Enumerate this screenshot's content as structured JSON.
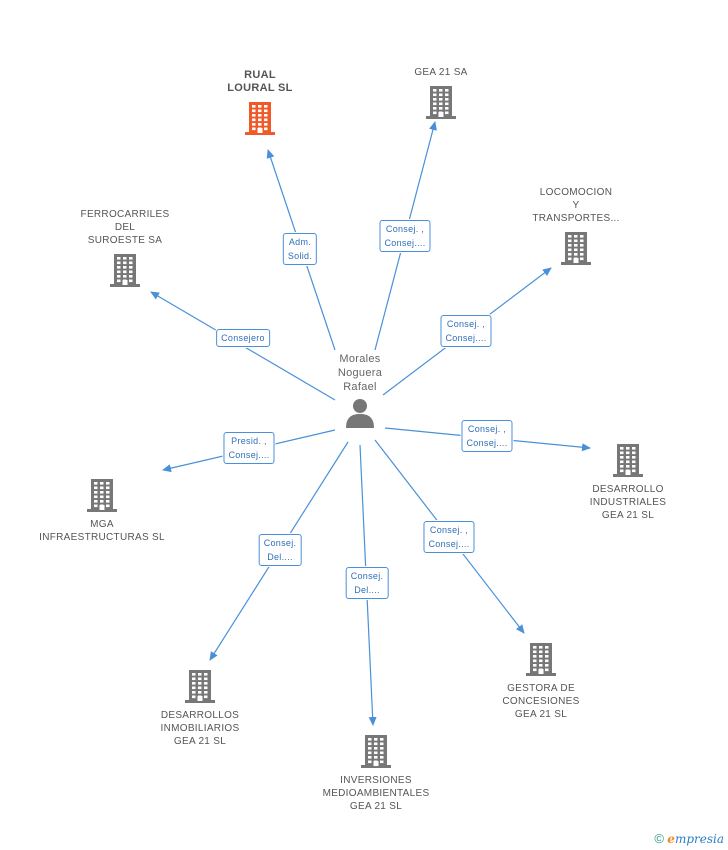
{
  "center": {
    "name": "Morales\nNoguera\nRafael"
  },
  "colors": {
    "edge": "#4a90d9",
    "building": "#777777",
    "highlight": "#f05a28"
  },
  "nodes": [
    {
      "id": "rual",
      "label": "RUAL\nLOURAL SL",
      "highlight": true,
      "role": "Adm.\nSolid."
    },
    {
      "id": "gea21sa",
      "label": "GEA 21 SA",
      "highlight": false,
      "role": "Consej. ,\nConsej...."
    },
    {
      "id": "locomocion",
      "label": "LOCOMOCION\nY\nTRANSPORTES...",
      "highlight": false,
      "role": "Consej. ,\nConsej...."
    },
    {
      "id": "ferrocarriles",
      "label": "FERROCARRILES\nDEL\nSUROESTE SA",
      "highlight": false,
      "role": "Consejero"
    },
    {
      "id": "mga",
      "label": "MGA\nINFRAESTRUCTURAS SL",
      "highlight": false,
      "role": "Presid. ,\nConsej...."
    },
    {
      "id": "desarrollo_ind",
      "label": "DESARROLLO\nINDUSTRIALES\nGEA 21 SL",
      "highlight": false,
      "role": "Consej. ,\nConsej...."
    },
    {
      "id": "gestora",
      "label": "GESTORA DE\nCONCESIONES\nGEA 21 SL",
      "highlight": false,
      "role": "Consej. ,\nConsej...."
    },
    {
      "id": "inversiones",
      "label": "INVERSIONES\nMEDIOAMBIENTALES\nGEA 21 SL",
      "highlight": false,
      "role": "Consej.\nDel...."
    },
    {
      "id": "desarrollos_inm",
      "label": "DESARROLLOS\nINMOBILIARIOS\nGEA 21 SL",
      "highlight": false,
      "role": "Consej.\nDel...."
    }
  ],
  "footer": {
    "copyright": "©",
    "brand_e": "e",
    "brand_rest": "mpresia"
  }
}
